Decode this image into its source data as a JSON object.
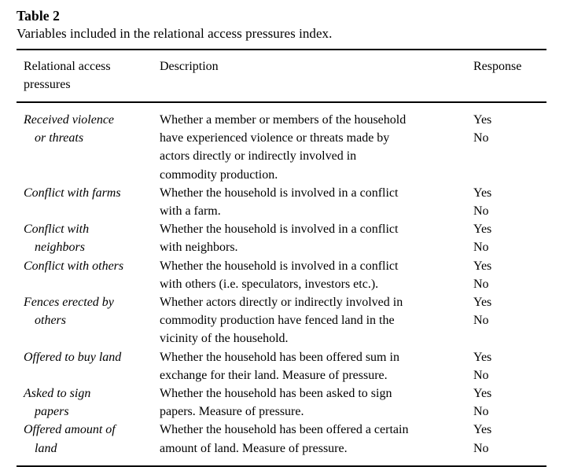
{
  "caption": {
    "number": "Table 2",
    "text": "Variables included in the relational access pressures index."
  },
  "table": {
    "columns": [
      {
        "key": "label",
        "header_lines": [
          "Relational access",
          "pressures"
        ]
      },
      {
        "key": "description",
        "header_lines": [
          "Description"
        ]
      },
      {
        "key": "response",
        "header_lines": [
          "Response"
        ]
      }
    ],
    "rows": [
      {
        "label_lines": [
          "Received violence",
          "or threats"
        ],
        "description_lines": [
          "Whether a member or members of the household",
          "have experienced violence or threats made by",
          "actors directly or indirectly involved in",
          "commodity production."
        ],
        "response_lines": [
          "Yes",
          "No"
        ]
      },
      {
        "label_lines": [
          "Conflict with farms"
        ],
        "description_lines": [
          "Whether the household is involved in a conflict",
          "with a farm."
        ],
        "response_lines": [
          "Yes",
          "No"
        ]
      },
      {
        "label_lines": [
          "Conflict with",
          "neighbors"
        ],
        "description_lines": [
          "Whether the household is involved in a conflict",
          "with neighbors."
        ],
        "response_lines": [
          "Yes",
          "No"
        ]
      },
      {
        "label_lines": [
          "Conflict with others"
        ],
        "description_lines": [
          "Whether the household is involved in a conflict",
          "with others (i.e. speculators, investors etc.)."
        ],
        "response_lines": [
          "Yes",
          "No"
        ]
      },
      {
        "label_lines": [
          "Fences erected by",
          "others"
        ],
        "description_lines": [
          "Whether actors directly or indirectly involved in",
          "commodity production have fenced land in the",
          "vicinity of the household."
        ],
        "response_lines": [
          "Yes",
          "No"
        ]
      },
      {
        "label_lines": [
          "Offered to buy land"
        ],
        "description_lines": [
          "Whether the household has been offered sum in",
          "exchange for their land. Measure of pressure."
        ],
        "response_lines": [
          "Yes",
          "No"
        ]
      },
      {
        "label_lines": [
          "Asked to sign",
          "papers"
        ],
        "description_lines": [
          "Whether the household has been asked to sign",
          "papers. Measure of pressure."
        ],
        "response_lines": [
          "Yes",
          "No"
        ]
      },
      {
        "label_lines": [
          "Offered amount of",
          "land"
        ],
        "description_lines": [
          "Whether the household has been offered a certain",
          "amount of land. Measure of pressure."
        ],
        "response_lines": [
          "Yes",
          "No"
        ]
      }
    ]
  },
  "colors": {
    "background": "#ffffff",
    "text": "#000000",
    "rule": "#000000"
  }
}
